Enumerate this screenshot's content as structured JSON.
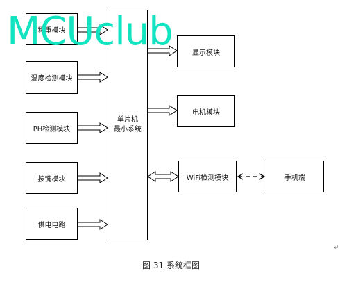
{
  "watermark": "MCUclub",
  "blocks": {
    "weight": "称重模块",
    "temp": "温度检测模块",
    "ph": "PH检测模块",
    "keys": "按键模块",
    "power": "供电电路",
    "mcu_line1": "单片机",
    "mcu_line2": "最小系统",
    "display": "显示模块",
    "motor": "电机模块",
    "wifi": "WiFi检测模块",
    "phone": "手机端"
  },
  "caption": "图 31 系统框图",
  "para_mark": "↵",
  "colors": {
    "watermark": "#12e3c0",
    "line": "#000000"
  }
}
